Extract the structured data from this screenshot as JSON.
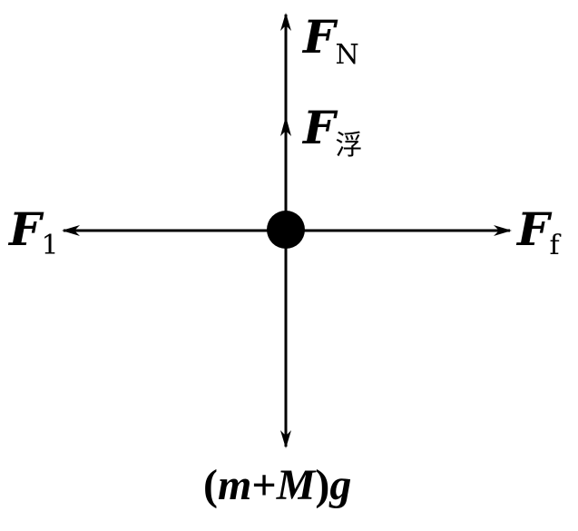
{
  "forces": {
    "normal": {
      "symbol": "F",
      "subscript": "N"
    },
    "buoyancy": {
      "symbol": "F",
      "subscript": "浮"
    },
    "left": {
      "symbol": "F",
      "subscript": "1"
    },
    "friction": {
      "symbol": "F",
      "subscript": "f"
    },
    "weight": {
      "open": "(",
      "m": "m",
      "plus": "+",
      "M": "M",
      "close": ")",
      "g": "g"
    }
  },
  "colors": {
    "ink": "#000000",
    "background": "#ffffff"
  }
}
